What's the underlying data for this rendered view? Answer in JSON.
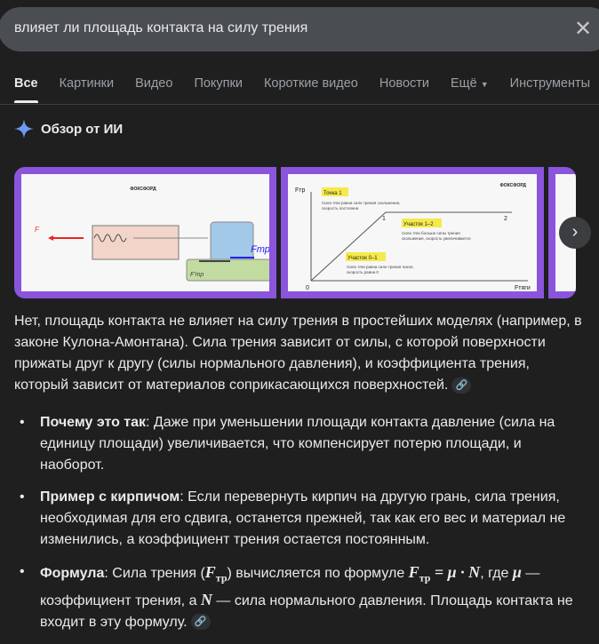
{
  "search": {
    "query": "влияет ли площадь контакта на силу трения",
    "clear_icon": "close-icon"
  },
  "tabs": [
    "Все",
    "Картинки",
    "Видео",
    "Покупки",
    "Короткие видео",
    "Новости",
    "Ещё",
    "Инструменты"
  ],
  "ai_overview": {
    "title": "Обзор от ИИ"
  },
  "images": {
    "img1": {
      "brand": "ФОКСФОРД",
      "f": "F",
      "ftr": "Fтр",
      "ftr2": "F'тр"
    },
    "img2": {
      "brand": "ФОКСФОРД",
      "yaxis": "Fтр",
      "xaxis": "Fтяги",
      "origin": "0",
      "p1": "1",
      "p2": "2",
      "point1_title": "Точка 1",
      "point1_text1": "Сила тяги равна силе трения скольжения,",
      "point1_text2": "скорость постоянна",
      "seg12_title": "Участок 1–2",
      "seg12_text1": "Сила тяги больше силы трения",
      "seg12_text2": "скольжения, скорость увеличивается",
      "seg01_title": "Участок 0–1",
      "seg01_text1": "Сила тяги равна силе трения покоя,",
      "seg01_text2": "скорость равна 0"
    }
  },
  "answer": {
    "intro": "Нет, площадь контакта не влияет на силу трения в простейших моделях (например, в законе Кулона-Амонтана). Сила трения зависит от силы, с которой поверхности прижаты друг к другу (силы нормального давления), и коэффициента трения, который зависит от материалов соприкасающихся поверхностей.",
    "bullets": [
      {
        "title": "Почему это так",
        "text": ": Даже при уменьшении площади контакта давление (сила на единицу площади) увеличивается, что компенсирует потерю площади, и наоборот."
      },
      {
        "title": "Пример с кирпичом",
        "text": ": Если перевернуть кирпич на другую грань, сила трения, необходимая для его сдвига, останется прежней, так как его вес и материал не изменились, а коэффициент трения остается постоянным."
      },
      {
        "title": "Формула",
        "t1": ": Сила трения (",
        "t2": ") вычисляется по формуле ",
        "t3": ", где ",
        "t4": " — коэффициент трения, а ",
        "t5": " — сила нормального давления. Площадь контакта не входит в эту формулу.",
        "F": "F",
        "tr": "тр",
        "eq": " = μ · N",
        "mu": "μ",
        "N": "N"
      }
    ]
  }
}
